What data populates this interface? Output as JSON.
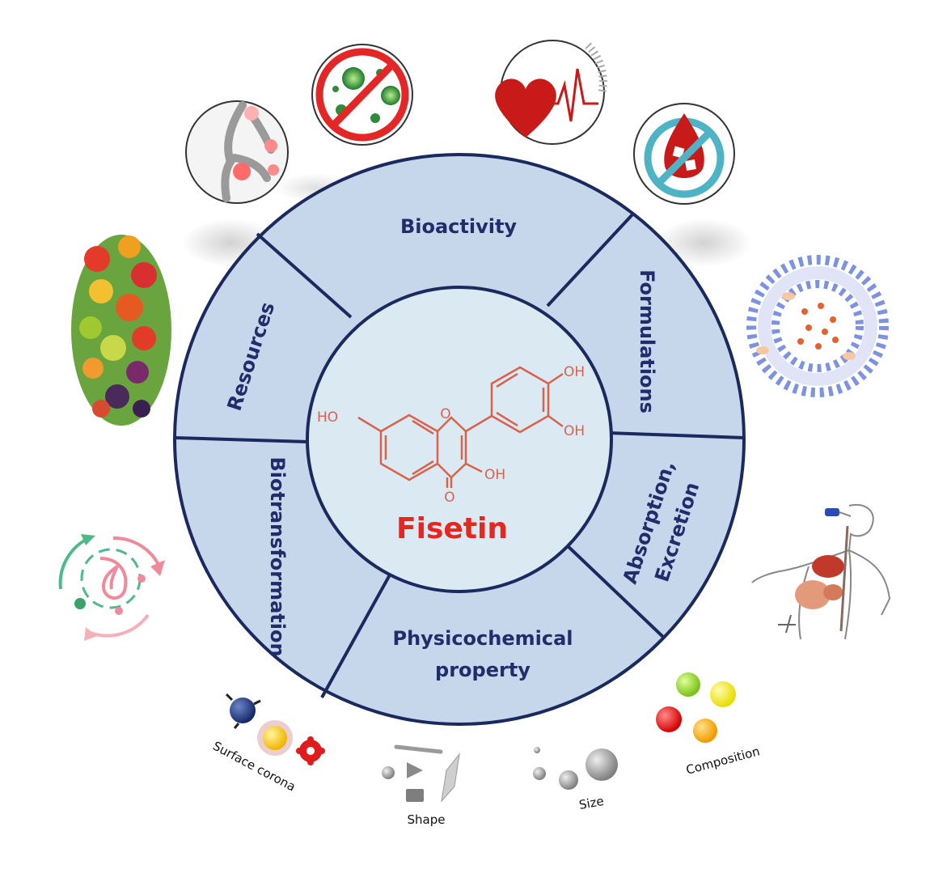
{
  "center": {
    "title": "Fisetin",
    "molecule": {
      "ho_left": "HO",
      "ring_o": "O",
      "oh_top": "OH",
      "oh_right": "OH",
      "oh_bottom": "OH",
      "carbonyl_o": "O"
    }
  },
  "segments": {
    "bioactivity": "Bioactivity",
    "formulations": "Formulations",
    "absorption_line1": "Absorption,",
    "absorption_line2": "Excretion",
    "physicochemical_line1": "Physicochemical",
    "physicochemical_line2": "property",
    "biotransformation": "Biotransformation",
    "resources": "Resources"
  },
  "properties": {
    "surface_corona": "Surface corona",
    "shape": "Shape",
    "size": "Size",
    "composition": "Composition"
  },
  "colors": {
    "ring_fill": "#c6d7ec",
    "ring_stroke": "#1a2a5e",
    "inner_fill": "#dbeaf2",
    "segment_text": "#1f2d6b",
    "molecule": "#d9624f",
    "title": "#e8251f"
  },
  "icons": [
    "joint-pain-icon",
    "antiviral-icon",
    "heart-rate-icon",
    "no-blood-sugar-icon",
    "fruits-vegetables-icon",
    "liposome-icon",
    "biotransformation-cycle-icon",
    "human-body-icon"
  ]
}
